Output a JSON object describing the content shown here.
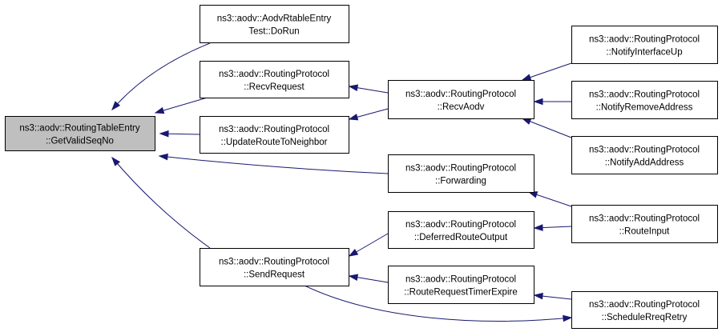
{
  "diagram": {
    "colors": {
      "edge": "#191970",
      "node_fill": "#ffffff",
      "focus_fill": "#bfbfbf",
      "node_border": "#000000"
    },
    "nodes": [
      {
        "id": "getvalidseqno",
        "line1": "ns3::aodv::RoutingTableEntry",
        "line2": "::GetValidSeqNo",
        "focus": true
      },
      {
        "id": "dorun",
        "line1": "ns3::aodv::AodvRtableEntry",
        "line2": "Test::DoRun"
      },
      {
        "id": "recvrequest",
        "line1": "ns3::aodv::RoutingProtocol",
        "line2": "::RecvRequest"
      },
      {
        "id": "updateroute",
        "line1": "ns3::aodv::RoutingProtocol",
        "line2": "::UpdateRouteToNeighbor"
      },
      {
        "id": "recvaodv",
        "line1": "ns3::aodv::RoutingProtocol",
        "line2": "::RecvAodv"
      },
      {
        "id": "notifyinterfaceup",
        "line1": "ns3::aodv::RoutingProtocol",
        "line2": "::NotifyInterfaceUp"
      },
      {
        "id": "notifyremoveaddress",
        "line1": "ns3::aodv::RoutingProtocol",
        "line2": "::NotifyRemoveAddress"
      },
      {
        "id": "notifyaddaddress",
        "line1": "ns3::aodv::RoutingProtocol",
        "line2": "::NotifyAddAddress"
      },
      {
        "id": "forwarding",
        "line1": "ns3::aodv::RoutingProtocol",
        "line2": "::Forwarding"
      },
      {
        "id": "routeinput",
        "line1": "ns3::aodv::RoutingProtocol",
        "line2": "::RouteInput"
      },
      {
        "id": "deferredrouteoutput",
        "line1": "ns3::aodv::RoutingProtocol",
        "line2": "::DeferredRouteOutput"
      },
      {
        "id": "sendrequest",
        "line1": "ns3::aodv::RoutingProtocol",
        "line2": "::SendRequest"
      },
      {
        "id": "routerequesttimerexpire",
        "line1": "ns3::aodv::RoutingProtocol",
        "line2": "::RouteRequestTimerExpire"
      },
      {
        "id": "schedulerreqretry",
        "line1": "ns3::aodv::RoutingProtocol",
        "line2": "::ScheduleRreqRetry"
      }
    ],
    "edges": [
      {
        "from": "dorun",
        "to": "getvalidseqno"
      },
      {
        "from": "recvrequest",
        "to": "getvalidseqno"
      },
      {
        "from": "updateroute",
        "to": "getvalidseqno"
      },
      {
        "from": "forwarding",
        "to": "getvalidseqno"
      },
      {
        "from": "sendrequest",
        "to": "getvalidseqno"
      },
      {
        "from": "recvaodv",
        "to": "recvrequest"
      },
      {
        "from": "recvaodv",
        "to": "updateroute"
      },
      {
        "from": "notifyinterfaceup",
        "to": "recvaodv"
      },
      {
        "from": "notifyremoveaddress",
        "to": "recvaodv"
      },
      {
        "from": "notifyaddaddress",
        "to": "recvaodv"
      },
      {
        "from": "routeinput",
        "to": "forwarding"
      },
      {
        "from": "routeinput",
        "to": "deferredrouteoutput"
      },
      {
        "from": "deferredrouteoutput",
        "to": "sendrequest"
      },
      {
        "from": "routerequesttimerexpire",
        "to": "sendrequest"
      },
      {
        "from": "schedulerreqretry",
        "to": "routerequesttimerexpire"
      },
      {
        "from": "sendrequest",
        "to": "schedulerreqretry"
      }
    ]
  }
}
